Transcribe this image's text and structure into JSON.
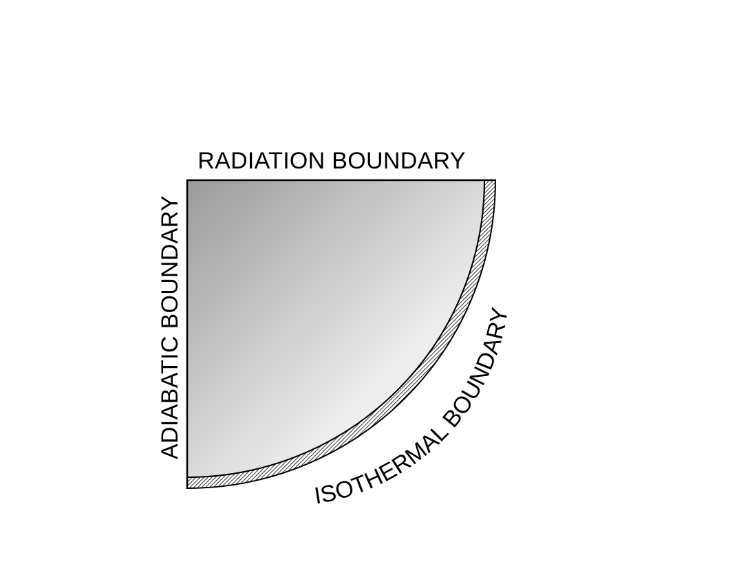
{
  "labels": {
    "radiation": "RADIATION BOUNDARY",
    "adiabatic": "ADIABATIC BOUNDARY",
    "isothermal": "ISOTHERMAL BOUNDARY"
  },
  "colors": {
    "gradient_dark": "#9a9a9a",
    "gradient_light": "#eeeeee",
    "outline": "#000000",
    "hatch_fill": "#ffffff",
    "hatch_line": "#000000"
  }
}
